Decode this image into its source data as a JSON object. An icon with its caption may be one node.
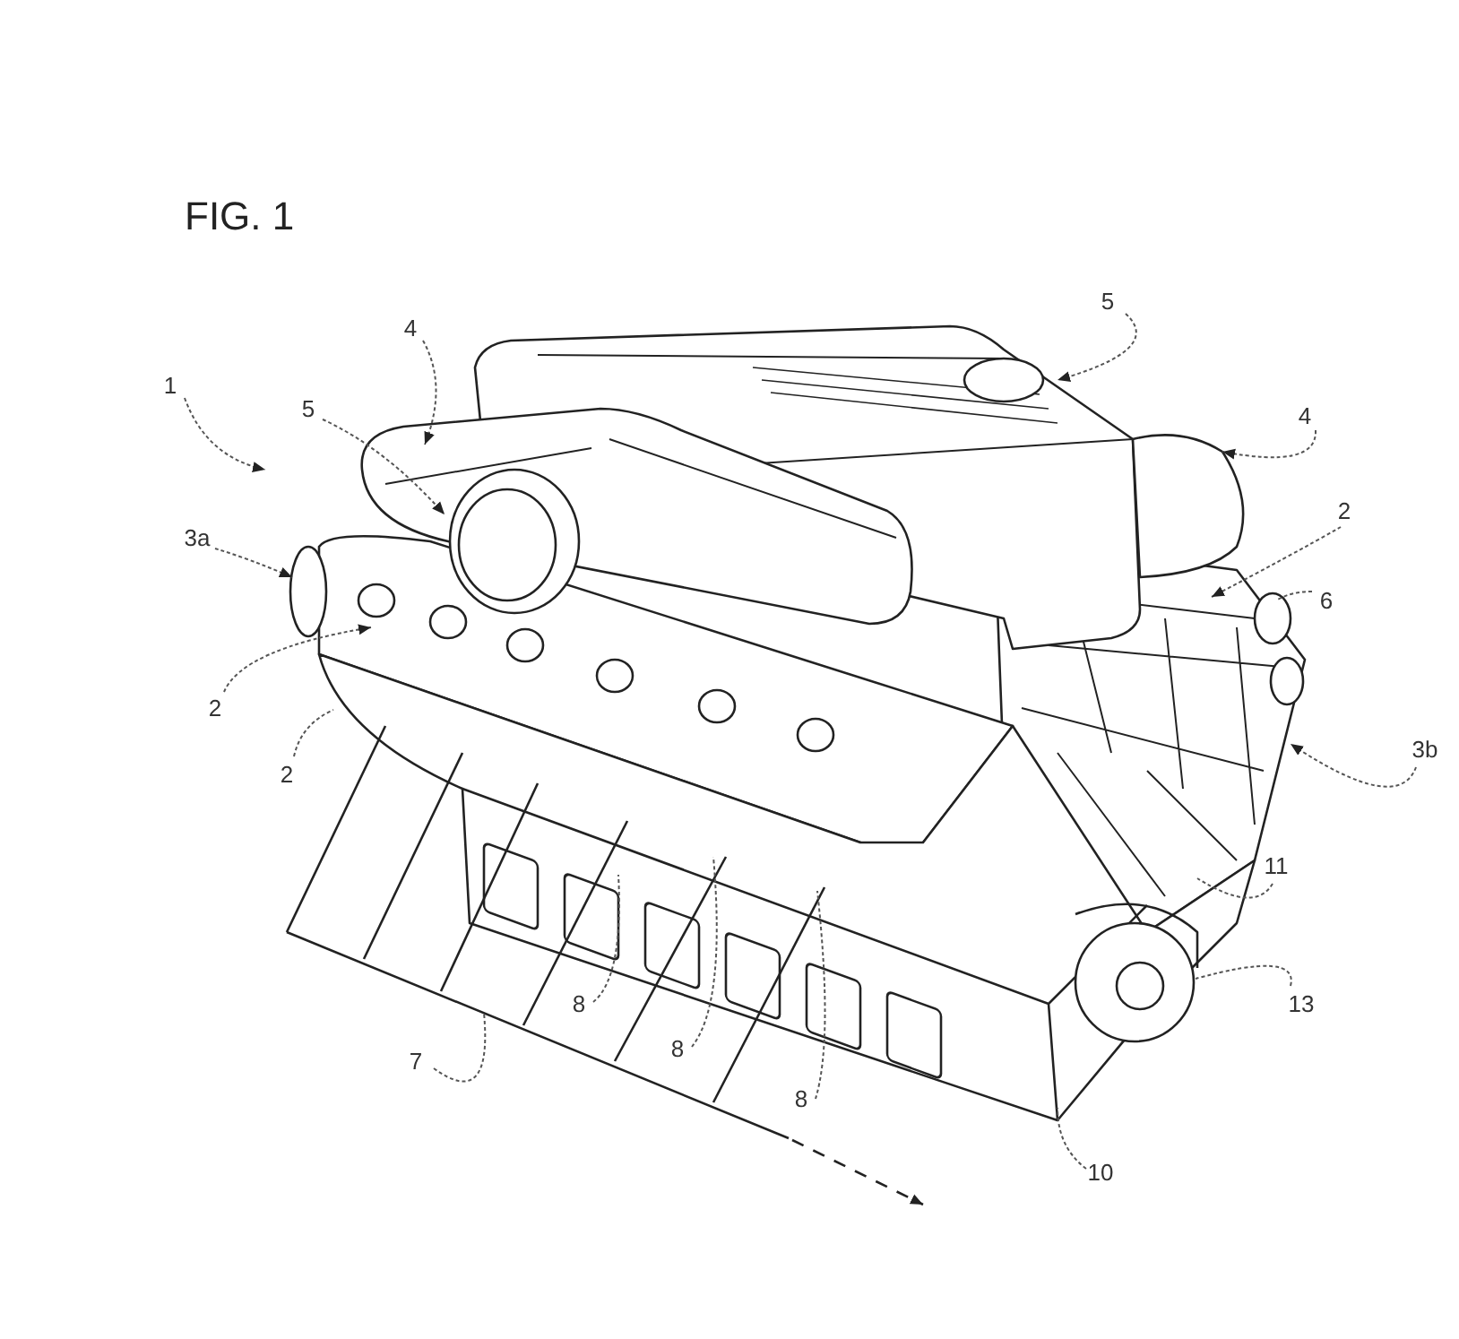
{
  "diagram": {
    "title": "FIG. 1",
    "nodes": [
      {
        "text": [
          "5"
        ]
      },
      {
        "text": [
          "4"
        ]
      },
      {
        "text": [
          "1"
        ]
      },
      {
        "text": [
          "5"
        ]
      },
      {
        "text": [
          "4"
        ]
      },
      {
        "text": [
          "2"
        ]
      },
      {
        "text": [
          "3a"
        ]
      },
      {
        "text": [
          "6"
        ]
      },
      {
        "text": [
          "2"
        ]
      },
      {
        "text": [
          "3b"
        ]
      },
      {
        "text": [
          "2"
        ]
      },
      {
        "text": [
          "11"
        ]
      },
      {
        "text": [
          "13"
        ]
      },
      {
        "text": [
          "8"
        ]
      },
      {
        "text": [
          "8"
        ]
      },
      {
        "text": [
          "7"
        ]
      },
      {
        "text": [
          "8"
        ]
      },
      {
        "text": [
          "10"
        ]
      }
    ],
    "edges": [
      {
        "from": 0,
        "to": null,
        "arrow": "to"
      },
      {
        "from": 1,
        "to": null,
        "arrow": "to"
      },
      {
        "from": 2,
        "to": null,
        "arrow": "to"
      },
      {
        "from": 3,
        "to": null,
        "arrow": "to"
      },
      {
        "from": 4,
        "to": null,
        "arrow": "to"
      },
      {
        "from": 5,
        "to": null,
        "arrow": "to"
      },
      {
        "from": 6,
        "to": null,
        "arrow": "to"
      },
      {
        "from": 7,
        "to": null,
        "arrow": "none"
      },
      {
        "from": 8,
        "to": null,
        "arrow": "to"
      },
      {
        "from": 9,
        "to": null,
        "arrow": "to"
      },
      {
        "from": 10,
        "to": null,
        "arrow": "none"
      },
      {
        "from": 11,
        "to": null,
        "arrow": "none"
      },
      {
        "from": 12,
        "to": null,
        "arrow": "none"
      },
      {
        "from": 13,
        "to": null,
        "arrow": "none"
      },
      {
        "from": 14,
        "to": null,
        "arrow": "none"
      },
      {
        "from": 15,
        "to": null,
        "arrow": "none"
      },
      {
        "from": 16,
        "to": null,
        "arrow": "none"
      },
      {
        "from": 17,
        "to": null,
        "arrow": "none"
      }
    ]
  }
}
